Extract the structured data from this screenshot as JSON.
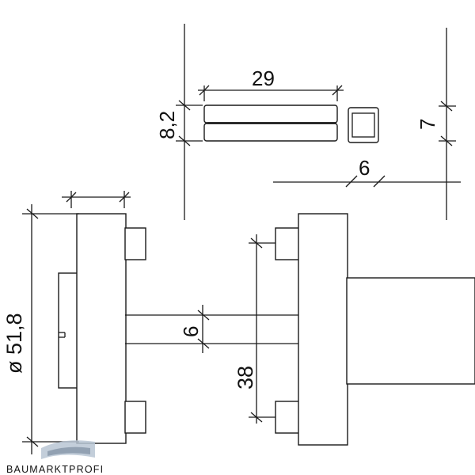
{
  "dimensions": {
    "spindle_length": "29",
    "spindle_height": "8,2",
    "square_height": "7",
    "square_width": "6",
    "spindle_section": "6",
    "rose_diameter": "ø 51,8",
    "screw_spacing": "38"
  },
  "logo": {
    "text": "BAUMARKTPROFI"
  }
}
